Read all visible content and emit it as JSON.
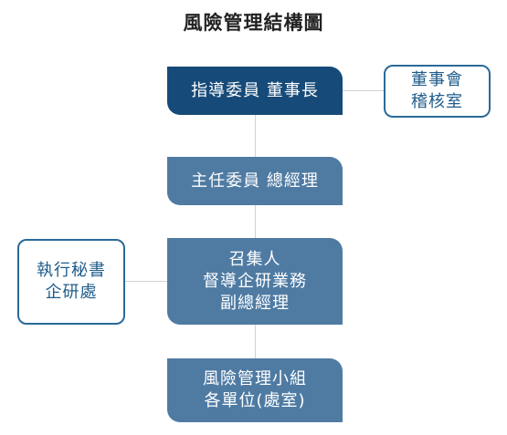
{
  "title": "風險管理結構圖",
  "nodes": {
    "director": {
      "lines": [
        "指導委員 董事長"
      ]
    },
    "board_audit": {
      "lines": [
        "董事會",
        "稽核室"
      ]
    },
    "chair": {
      "lines": [
        "主任委員 總經理"
      ]
    },
    "secretary": {
      "lines": [
        "執行秘書",
        "企研處"
      ]
    },
    "convener": {
      "lines": [
        "召集人",
        "督導企研業務",
        "副總經理"
      ]
    },
    "team": {
      "lines": [
        "風險管理小組",
        "各單位(處室)"
      ]
    }
  },
  "colors": {
    "top_box": "#164a78",
    "box": "#4f7ba3",
    "outline_border": "#2a6a9a",
    "outline_text": "#1f5c8c",
    "connector": "#cfd3d8"
  }
}
